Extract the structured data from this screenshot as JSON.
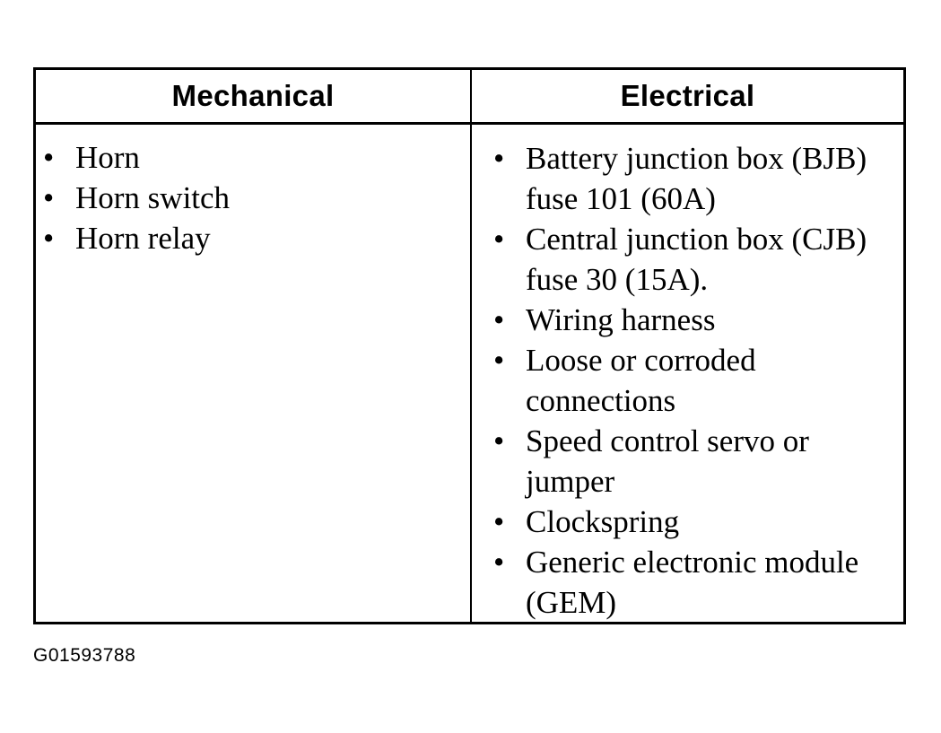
{
  "table": {
    "headers": [
      "Mechanical",
      "Electrical"
    ],
    "mechanical_items": [
      "Horn",
      "Horn switch",
      "Horn relay"
    ],
    "electrical_items": [
      "Battery junction box (BJB) fuse 101 (60A)",
      "Central junction box (CJB) fuse 30 (15A).",
      "Wiring harness",
      "Loose or corroded connections",
      "Speed control servo or jumper",
      "Clockspring",
      "Generic electronic module (GEM)"
    ],
    "bullet_glyph": "•"
  },
  "figure_id": "G01593788"
}
